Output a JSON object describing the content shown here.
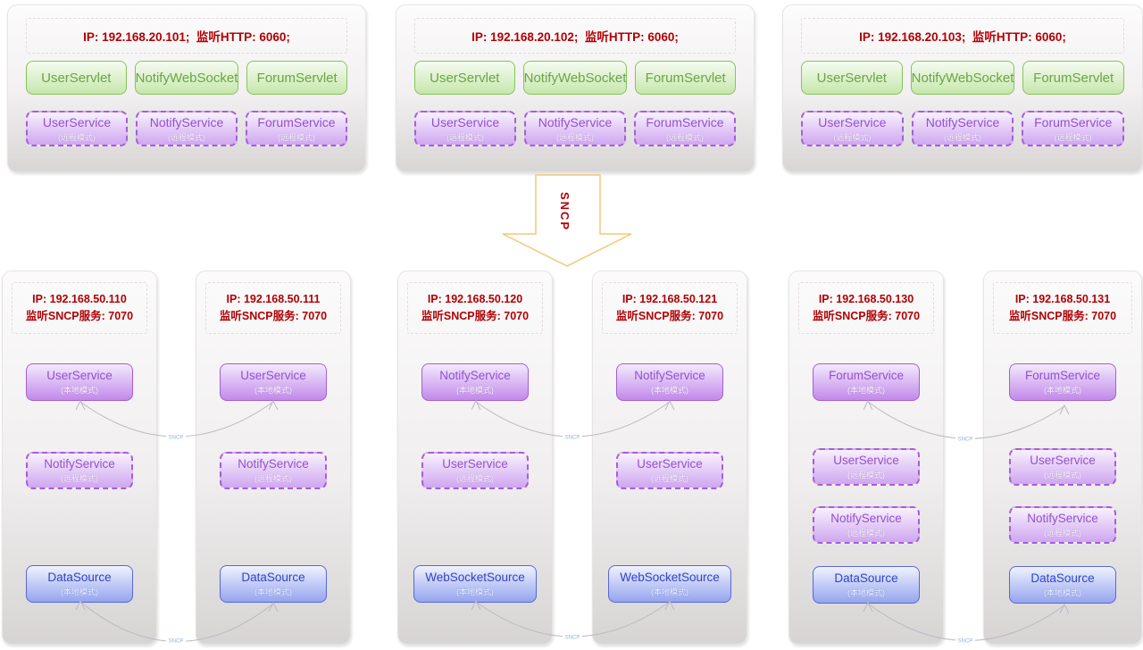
{
  "colors": {
    "red_text": "#b00005",
    "green_border": "#86c45c",
    "green_text": "#6ba447",
    "purple_border": "#a45fd8",
    "purple_text": "#944fd0",
    "blue_border": "#5868d8",
    "blue_text": "#3044c6",
    "arrow_stroke": "#f3c873",
    "connector_line": "#b9b9c2",
    "connector_label_text": "#8fb3dd"
  },
  "top_servers": [
    {
      "ip": "IP: 192.168.20.101;  监听HTTP: 6060;",
      "servlets": [
        "UserServlet",
        "NotifyWebSocket",
        "ForumServlet"
      ],
      "services": [
        {
          "name": "UserService",
          "mode": "(远程模式)"
        },
        {
          "name": "NotifyService",
          "mode": "(远程模式)"
        },
        {
          "name": "ForumService",
          "mode": "(远程模式)"
        }
      ]
    },
    {
      "ip": "IP: 192.168.20.102;  监听HTTP: 6060;",
      "servlets": [
        "UserServlet",
        "NotifyWebSocket",
        "ForumServlet"
      ],
      "services": [
        {
          "name": "UserService",
          "mode": "(远程模式)"
        },
        {
          "name": "NotifyService",
          "mode": "(远程模式)"
        },
        {
          "name": "ForumService",
          "mode": "(远程模式)"
        }
      ]
    },
    {
      "ip": "IP: 192.168.20.103;  监听HTTP: 6060;",
      "servlets": [
        "UserServlet",
        "NotifyWebSocket",
        "ForumServlet"
      ],
      "services": [
        {
          "name": "UserService",
          "mode": "(远程模式)"
        },
        {
          "name": "NotifyService",
          "mode": "(远程模式)"
        },
        {
          "name": "ForumService",
          "mode": "(远程模式)"
        }
      ]
    }
  ],
  "arrow": {
    "label": "SNCP"
  },
  "connector_label": "SNCP",
  "bottom_servers": [
    {
      "ip1": "IP: 192.168.50.110",
      "ip2": "监听SNCP服务: 7070",
      "boxes": [
        {
          "name": "UserService",
          "mode": "(本地模式)"
        },
        {
          "name": "NotifyService",
          "mode": "(远程模式)"
        },
        {
          "name": "DataSource",
          "mode": "(本地模式)"
        }
      ]
    },
    {
      "ip1": "IP: 192.168.50.111",
      "ip2": "监听SNCP服务: 7070",
      "boxes": [
        {
          "name": "UserService",
          "mode": "(本地模式)"
        },
        {
          "name": "NotifyService",
          "mode": "(远程模式)"
        },
        {
          "name": "DataSource",
          "mode": "(本地模式)"
        }
      ]
    },
    {
      "ip1": "IP: 192.168.50.120",
      "ip2": "监听SNCP服务: 7070",
      "boxes": [
        {
          "name": "NotifyService",
          "mode": "(本地模式)"
        },
        {
          "name": "UserService",
          "mode": "(远程模式)"
        },
        {
          "name": "WebSocketSource",
          "mode": "(本地模式)"
        }
      ]
    },
    {
      "ip1": "IP: 192.168.50.121",
      "ip2": "监听SNCP服务: 7070",
      "boxes": [
        {
          "name": "NotifyService",
          "mode": "(本地模式)"
        },
        {
          "name": "UserService",
          "mode": "(远程模式)"
        },
        {
          "name": "WebSocketSource",
          "mode": "(本地模式)"
        }
      ]
    },
    {
      "ip1": "IP: 192.168.50.130",
      "ip2": "监听SNCP服务: 7070",
      "boxes": [
        {
          "name": "ForumService",
          "mode": "(本地模式)"
        },
        {
          "name": "UserService",
          "mode": "(远程模式)"
        },
        {
          "name": "NotifyService",
          "mode": "(远程模式)"
        },
        {
          "name": "DataSource",
          "mode": "(本地模式)"
        }
      ]
    },
    {
      "ip1": "IP: 192.168.50.131",
      "ip2": "监听SNCP服务: 7070",
      "boxes": [
        {
          "name": "ForumService",
          "mode": "(本地模式)"
        },
        {
          "name": "UserService",
          "mode": "(远程模式)"
        },
        {
          "name": "NotifyService",
          "mode": "(远程模式)"
        },
        {
          "name": "DataSource",
          "mode": "(本地模式)"
        }
      ]
    }
  ]
}
